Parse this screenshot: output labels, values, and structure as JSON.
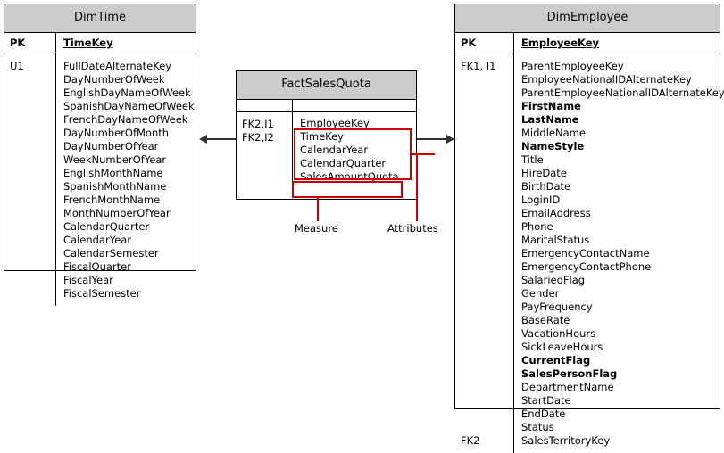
{
  "diagram": {
    "type": "entity-relationship-star-schema",
    "colors": {
      "header_fill": "#cccccc",
      "border": "#000000",
      "highlight": "#cc0000",
      "connector": "#333333"
    }
  },
  "entities": {
    "dim_time": {
      "title": "DimTime",
      "pk_key": "PK",
      "pk_field": "TimeKey",
      "attr_keys": [
        "U1"
      ],
      "fields": [
        "FullDateAlternateKey",
        "DayNumberOfWeek",
        "EnglishDayNameOfWeek",
        "SpanishDayNameOfWeek",
        "FrenchDayNameOfWeek",
        "DayNumberOfMonth",
        "DayNumberOfYear",
        "WeekNumberOfYear",
        "EnglishMonthName",
        "SpanishMonthName",
        "FrenchMonthName",
        "MonthNumberOfYear",
        "CalendarQuarter",
        "CalendarYear",
        "CalendarSemester",
        "FiscalQuarter",
        "FiscalYear",
        "FiscalSemester"
      ]
    },
    "fact_sales_quota": {
      "title": "FactSalesQuota",
      "pk_key": "",
      "pk_field": "",
      "attr_keys": [
        "FK2,I1",
        "FK2,I2"
      ],
      "fields": [
        "EmployeeKey",
        "TimeKey",
        "CalendarYear",
        "CalendarQuarter",
        "SalesAmountQuota"
      ]
    },
    "dim_employee": {
      "title": "DimEmployee",
      "pk_key": "PK",
      "pk_field": "EmployeeKey",
      "attr_keys_top": "FK1, I1",
      "attr_keys_bottom": "FK2",
      "fields": [
        {
          "name": "ParentEmployeeKey",
          "bold": false
        },
        {
          "name": "EmployeeNationalIDAlternateKey",
          "bold": false
        },
        {
          "name": "ParentEmployeeNationalIDAlternateKey",
          "bold": false
        },
        {
          "name": "FirstName",
          "bold": true
        },
        {
          "name": "LastName",
          "bold": true
        },
        {
          "name": "MiddleName",
          "bold": false
        },
        {
          "name": "NameStyle",
          "bold": true
        },
        {
          "name": "Title",
          "bold": false
        },
        {
          "name": "HireDate",
          "bold": false
        },
        {
          "name": "BirthDate",
          "bold": false
        },
        {
          "name": "LoginID",
          "bold": false
        },
        {
          "name": "EmailAddress",
          "bold": false
        },
        {
          "name": "Phone",
          "bold": false
        },
        {
          "name": "MaritalStatus",
          "bold": false
        },
        {
          "name": "EmergencyContactName",
          "bold": false
        },
        {
          "name": "EmergencyContactPhone",
          "bold": false
        },
        {
          "name": "SalariedFlag",
          "bold": false
        },
        {
          "name": "Gender",
          "bold": false
        },
        {
          "name": "PayFrequency",
          "bold": false
        },
        {
          "name": "BaseRate",
          "bold": false
        },
        {
          "name": "VacationHours",
          "bold": false
        },
        {
          "name": "SickLeaveHours",
          "bold": false
        },
        {
          "name": "CurrentFlag",
          "bold": true
        },
        {
          "name": "SalesPersonFlag",
          "bold": true
        },
        {
          "name": "DepartmentName",
          "bold": false
        },
        {
          "name": "StartDate",
          "bold": false
        },
        {
          "name": "EndDate",
          "bold": false
        },
        {
          "name": "Status",
          "bold": false
        },
        {
          "name": "SalesTerritoryKey",
          "bold": false
        }
      ]
    }
  },
  "callouts": {
    "measure": "Measure",
    "attributes": "Attributes"
  }
}
